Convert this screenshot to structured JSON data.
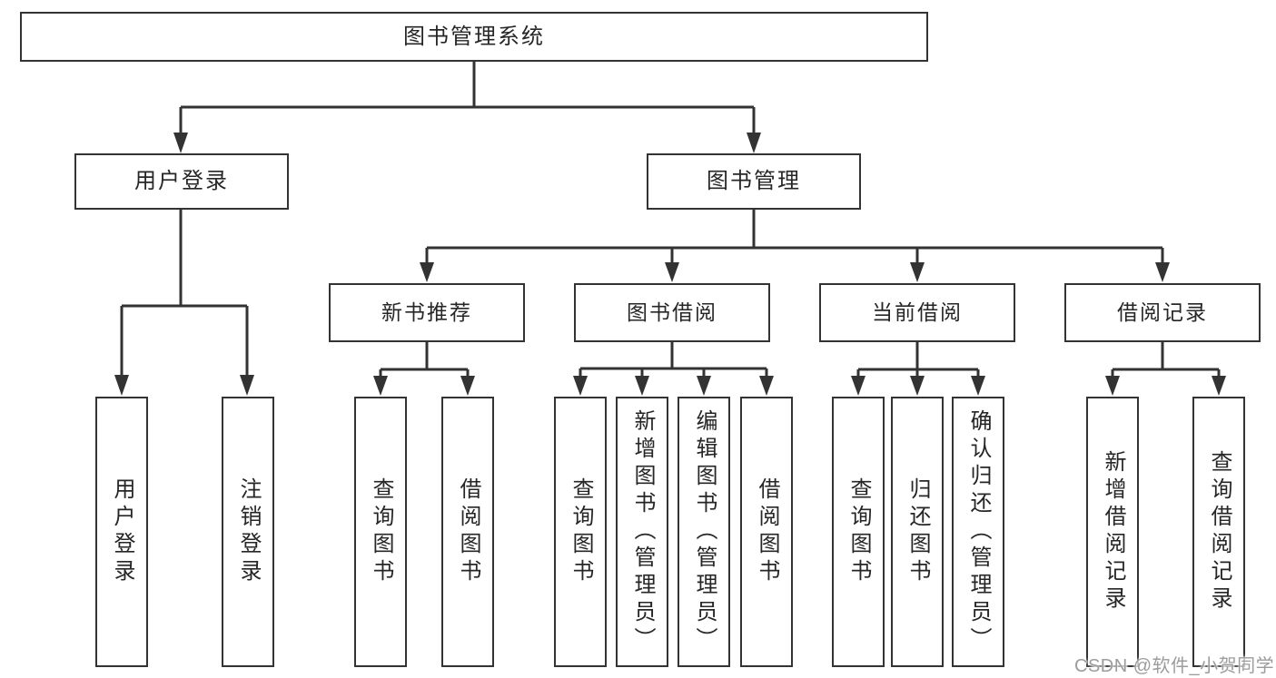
{
  "tree": {
    "root": {
      "label": "图书管理系统"
    },
    "level2": [
      {
        "label": "用户登录"
      },
      {
        "label": "图书管理"
      }
    ],
    "level3": [
      {
        "label": "新书推荐"
      },
      {
        "label": "图书借阅"
      },
      {
        "label": "当前借阅"
      },
      {
        "label": "借阅记录"
      }
    ],
    "leafGroups": [
      {
        "children": [
          {
            "label": "用户登录"
          },
          {
            "label": "注销登录"
          }
        ]
      },
      {
        "children": [
          {
            "label": "查询图书"
          },
          {
            "label": "借阅图书"
          }
        ]
      },
      {
        "children": [
          {
            "label": "查询图书"
          },
          {
            "label": "新增图书（管理员）"
          },
          {
            "label": "编辑图书（管理员）"
          },
          {
            "label": "借阅图书"
          }
        ]
      },
      {
        "children": [
          {
            "label": "查询图书"
          },
          {
            "label": "归还图书"
          },
          {
            "label": "确认归还（管理员）"
          }
        ]
      },
      {
        "children": [
          {
            "label": "新增借阅记录"
          },
          {
            "label": "查询借阅记录"
          }
        ]
      }
    ]
  },
  "watermark": "CSDN @软件_小贺同学",
  "colors": {
    "line": "#333333",
    "text": "#262626",
    "background": "#ffffff",
    "watermark": "#9c9c9c"
  }
}
